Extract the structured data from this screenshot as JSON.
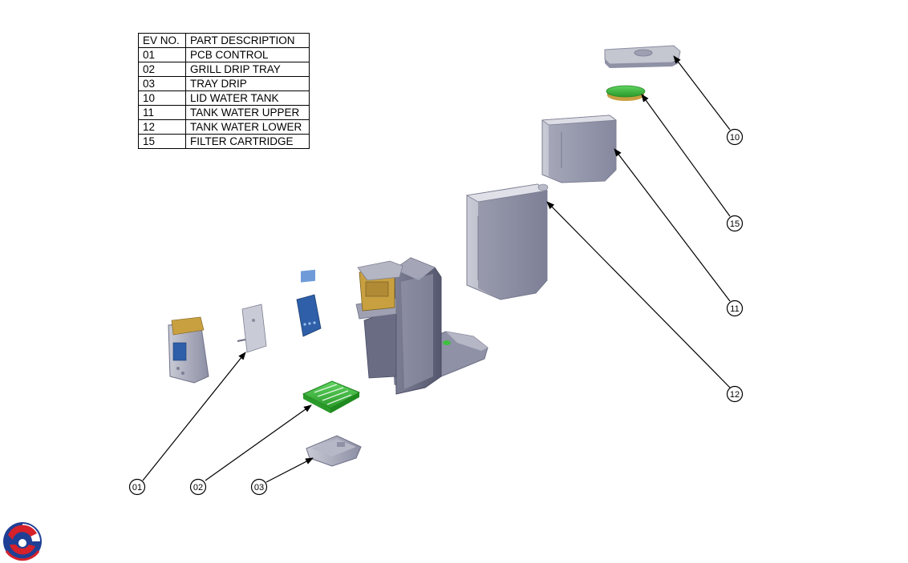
{
  "parts_table": {
    "headers": [
      "EV NO.",
      "PART DESCRIPTION"
    ],
    "rows": [
      {
        "no": "01",
        "desc": "PCB CONTROL"
      },
      {
        "no": "02",
        "desc": "GRILL DRIP TRAY"
      },
      {
        "no": "03",
        "desc": "TRAY DRIP"
      },
      {
        "no": "10",
        "desc": "LID WATER TANK"
      },
      {
        "no": "11",
        "desc": "TANK WATER UPPER"
      },
      {
        "no": "12",
        "desc": "TANK WATER LOWER"
      },
      {
        "no": "15",
        "desc": "FILTER CARTRIDGE"
      }
    ]
  },
  "callouts": {
    "c01": "01",
    "c02": "02",
    "c03": "03",
    "c10": "10",
    "c15": "15",
    "c11": "11",
    "c12": "12"
  },
  "colors": {
    "part_gray": "#a8aabb",
    "part_dark": "#5e6078",
    "filter_green": "#3fbf3f",
    "panel_blue": "#2e5fa8",
    "brass": "#c8a040",
    "logo_red": "#d6202a",
    "logo_blue": "#1f3f95"
  }
}
